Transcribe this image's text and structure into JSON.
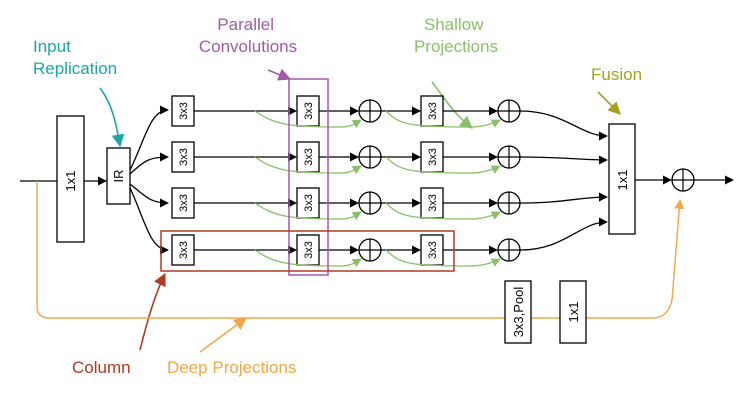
{
  "annotations": {
    "input_replication": "Input\nReplication",
    "parallel_convolutions": "Parallel\nConvolutions",
    "shallow_projections": "Shallow\nProjections",
    "fusion": "Fusion",
    "column": "Column",
    "deep_projections": "Deep Projections"
  },
  "blocks": {
    "input_conv": "1x1",
    "ir": "IR",
    "conv": "3x3",
    "fusion_conv": "1x1",
    "pool": "3x3,Pool",
    "skip_conv": "1x1"
  },
  "colors": {
    "input_replication": "#1aa7a7",
    "parallel_convolutions": "#a05aa8",
    "shallow_projections": "#8cbf6a",
    "fusion": "#a3a21c",
    "column": "#b23a22",
    "deep_projections": "#f2a646"
  }
}
